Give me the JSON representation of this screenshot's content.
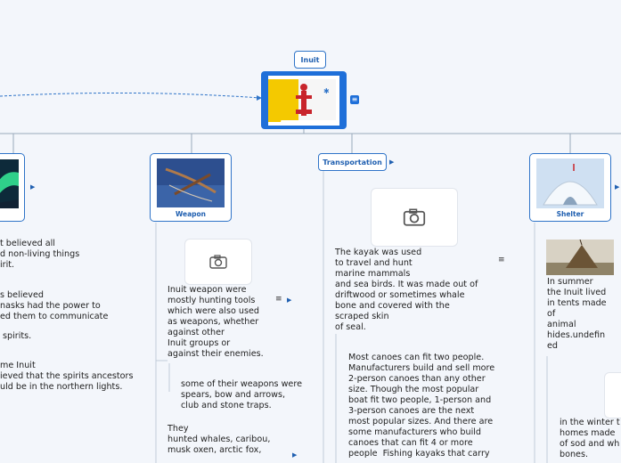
{
  "central": {
    "title": "Inuit"
  },
  "weapon": {
    "label": "Weapon",
    "text1": "Inuit weapon were\nmostly hunting tools\nwhich were also used\nas weapons, whether\nagainst other\nInuit groups or\nagainst their enemies.",
    "text2": "some of their weapons were\nspears, bow and arrows,\nclub and stone traps.",
    "text3": "They\nhunted whales, caribou,\nmusk oxen, arctic fox,"
  },
  "transportation": {
    "label": "Transportation",
    "text1": "The kayak was used\nto travel and hunt\nmarine mammals\nand sea birds. It was made out of\ndriftwood or sometimes whale\nbone and covered with the\nscraped skin\nof seal.",
    "text2": "Most canoes can fit two people.\nManufacturers build and sell more\n2-person canoes than any other\nsize. Though the most popular\nboat fit two people, 1-person and\n3-person canoes are the next\nmost popular sizes. And there are\nsome manufacturers who build\ncanoes that can fit 4 or more\npeople  Fishing kayaks that carry"
  },
  "shelter": {
    "label": "Shelter",
    "text1": "In summer\nthe Inuit lived\nin tents made\nof\nanimal\nhides.undefin\ned",
    "text2": "in the winter t\nhomes made\nof sod and wh\nbones."
  },
  "spirits": {
    "text1": "t believed all\nd non-living things\nirit.",
    "text2": "s believed\nnasks had the power to\ned them to communicate",
    "text3": " spirits.",
    "text4": "me Inuit\nieved that the spirits ancestors\nuld be in the northern lights."
  },
  "colors": {
    "accent": "#2f74c8",
    "central_fill": "#1e6fd9",
    "line": "#9aa9bb"
  }
}
